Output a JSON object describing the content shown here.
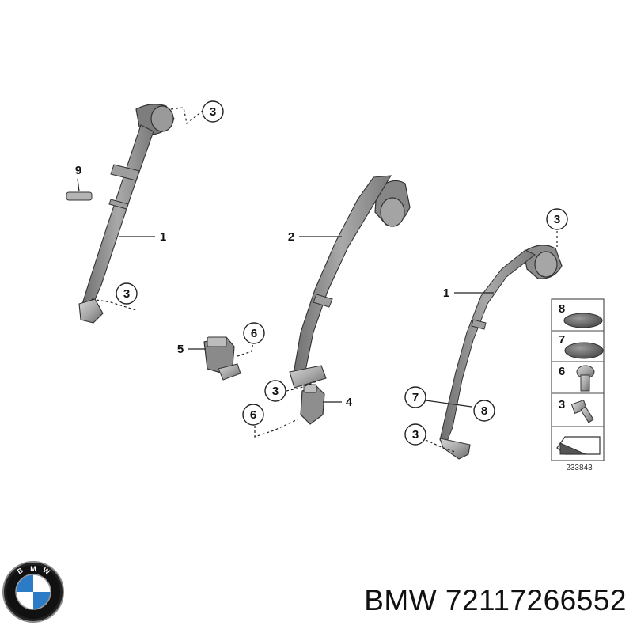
{
  "diagram": {
    "diagram_id": "233843",
    "callouts": {
      "c3_top_left": "3",
      "c9": "9",
      "c1_left": "1",
      "c3_mid_left": "3",
      "c5": "5",
      "c6_mid": "6",
      "c2": "2",
      "c3_center": "3",
      "c4": "4",
      "c6_low": "6",
      "c3_top_right": "3",
      "c1_right": "1",
      "c7": "7",
      "c8": "8",
      "c3_bottom_right": "3"
    },
    "legend": [
      {
        "number": "8",
        "part": "round-cap"
      },
      {
        "number": "7",
        "part": "round-cap"
      },
      {
        "number": "6",
        "part": "bolt"
      },
      {
        "number": "3",
        "part": "bolt"
      },
      {
        "number": "",
        "part": "arrow"
      }
    ]
  },
  "brand": {
    "logo_letters": "BMW"
  },
  "caption": {
    "text": "BMW 72117266552"
  }
}
